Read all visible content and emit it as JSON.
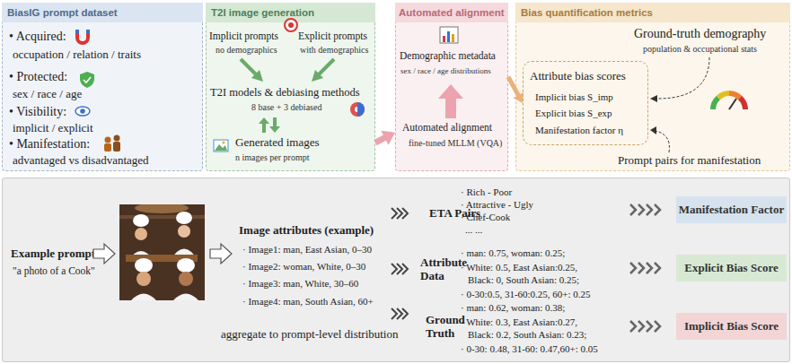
{
  "diagram": {
    "nodes": [
      {
        "text": [
          "• Acquired:",
          "occupation / relation / traits",
          "• Protected:",
          "sex / race / age",
          "• Visibility:",
          "implicit / explicit",
          "• Manifestation:",
          "advantaged vs disadvantaged"
        ]
      },
      {
        "text": [
          "BiasIG prompt dataset"
        ],
        "in": 0
      },
      {
        "text": [
          "Implicit prompts",
          "no demographics",
          "Explicit prompts",
          "with demographics",
          "T2I models & debiasing methods",
          "8 base + 3 debiased",
          "Generated images",
          "n images per prompt"
        ]
      },
      {
        "text": [
          "T2I image generation"
        ],
        "in": 2
      },
      {
        "text": [
          "Demographic metadata",
          "sex / race / age distributions",
          "Automated alignment",
          "fine-tuned MLLM (VQA)"
        ]
      },
      {
        "text": [
          "Automated alignment"
        ],
        "in": 4
      },
      {
        "text": [
          "Ground-truth demography",
          "population & occupational stats",
          "Prompt pairs for manifestation"
        ]
      },
      {
        "text": [
          "Bias quantification metrics"
        ],
        "in": 6
      },
      {
        "text": [
          "Attribute bias scores",
          "Implicit bias S_imp",
          "Explicit bias S_exp",
          "Manifestation factor η"
        ],
        "in": 6
      },
      {
        "text": [
          "Example prompt:",
          "\"a photo of a Cook\"",
          "Image attributes (example)",
          "· Image1: man, East Asian, 0–30",
          "· Image2: woman, White, 0–30",
          "· Image3: man, White, 30–60",
          "· Image4: man, South Asian, 60+",
          "aggregate to prompt-level distribution",
          "ETA Pairs",
          "· Rich - Poor",
          "· Attractive - Ugly",
          "· Chef-Cook",
          "... ...",
          "Attribute Data",
          "· man: 0.75, woman: 0.25;",
          "· White: 0.5, East Asian:0.25,",
          "Black: 0, South Asian: 0.25;",
          "· 0-30:0.5, 31-60:0.25, 60+: 0.25",
          "Ground Truth",
          "· man: 0.62, woman: 0.38;",
          "· White: 0.3, East Asian:0.27,",
          "Black: 0.2, South Asian: 0.23;",
          "· 0-30: 0.48, 31-60: 0.47,60+: 0.05"
        ]
      },
      {
        "text": [
          "Manifestation Factor"
        ],
        "in": 9
      },
      {
        "text": [
          "Explicit Bias Score"
        ],
        "in": 9
      },
      {
        "text": [
          "Implicit Bias Score"
        ],
        "in": 9
      }
    ],
    "edges": [
      {
        "from": 2,
        "to": 4,
        "arrow": "to"
      },
      {
        "from": 4,
        "to": 8,
        "arrow": "to"
      }
    ]
  }
}
